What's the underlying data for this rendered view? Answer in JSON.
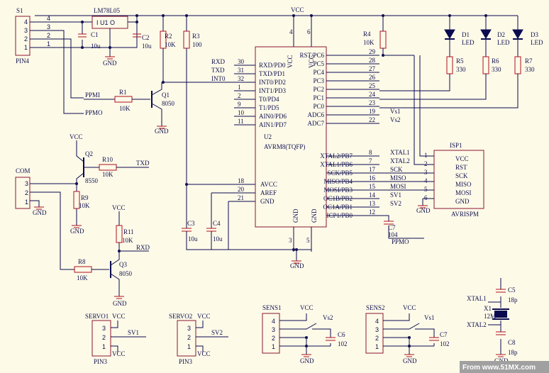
{
  "colors": {
    "background": "#fdfae8",
    "wire": "#0a0a50",
    "component": "#b01020",
    "banner": "#a0a0a0"
  },
  "connector_s1": {
    "ref": "S1",
    "name": "PIN4",
    "pins": [
      "4",
      "3",
      "2",
      "1"
    ]
  },
  "regulator": {
    "ref": "LM78L05",
    "label": "I  U1  O",
    "gnd": "GND"
  },
  "caps": {
    "c1": {
      "ref": "C1",
      "val": "10u"
    },
    "c2": {
      "ref": "C2",
      "val": "10u"
    },
    "c3": {
      "ref": "C3",
      "val": "10u"
    },
    "c4": {
      "ref": "C4",
      "val": "10u"
    },
    "c5": {
      "ref": "C5",
      "val": "18p"
    },
    "c6": {
      "ref": "C6",
      "val": "102"
    },
    "c7": {
      "ref": "C7",
      "val": "104"
    },
    "c8": {
      "ref": "C8",
      "val": "18p"
    }
  },
  "resistors": {
    "r1": {
      "ref": "R1",
      "val": "10K"
    },
    "r2": {
      "ref": "R2",
      "val": "10K"
    },
    "r3": {
      "ref": "R3",
      "val": "100"
    },
    "r4": {
      "ref": "R4",
      "val": "10K"
    },
    "r5": {
      "ref": "R5",
      "val": "330"
    },
    "r6": {
      "ref": "R6",
      "val": "330"
    },
    "r7": {
      "ref": "R7",
      "val": "330"
    },
    "r8": {
      "ref": "R8",
      "val": "10K"
    },
    "r9": {
      "ref": "R9",
      "val": "10K"
    },
    "r10": {
      "ref": "R10",
      "val": "10K"
    },
    "r11": {
      "ref": "R11",
      "val": "10K"
    }
  },
  "transistors": {
    "q1": {
      "ref": "Q1",
      "val": "8050"
    },
    "q2": {
      "ref": "Q2",
      "val": "8550"
    },
    "q3": {
      "ref": "Q3",
      "val": "8050"
    }
  },
  "leds": [
    {
      "ref": "D1",
      "val": "LED"
    },
    {
      "ref": "D2",
      "val": "LED"
    },
    {
      "ref": "D3",
      "val": "LED"
    }
  ],
  "mcu": {
    "ref": "U2",
    "name": "AVRM8(TQFP)",
    "vcc_labels": [
      "VCC",
      "VCC"
    ],
    "vcc_pins": [
      "4",
      "6"
    ],
    "gnd_labels": [
      "GND",
      "GND"
    ],
    "gnd_pins": [
      "3",
      "5"
    ],
    "left_pins": [
      {
        "num": "30",
        "name": "RXD/PD0",
        "net": "RXD"
      },
      {
        "num": "31",
        "name": "TXD/PD1",
        "net": "TXD"
      },
      {
        "num": "32",
        "name": "INT0/PD2",
        "net": "INT0"
      },
      {
        "num": "1",
        "name": "INT1/PD3",
        "net": ""
      },
      {
        "num": "2",
        "name": "T0/PD4",
        "net": ""
      },
      {
        "num": "9",
        "name": "T1/PD5",
        "net": ""
      },
      {
        "num": "10",
        "name": "AIN0/PD6",
        "net": ""
      },
      {
        "num": "11",
        "name": "AIN1/PD7",
        "net": ""
      }
    ],
    "left_power": [
      {
        "num": "18",
        "name": "AVCC"
      },
      {
        "num": "20",
        "name": "AREF"
      },
      {
        "num": "21",
        "name": "GND"
      }
    ],
    "right_top": [
      {
        "num": "29",
        "name": "RST/PC6",
        "net": ""
      },
      {
        "num": "28",
        "name": "PC5",
        "net": ""
      },
      {
        "num": "27",
        "name": "PC4",
        "net": ""
      },
      {
        "num": "26",
        "name": "PC3",
        "net": ""
      },
      {
        "num": "25",
        "name": "PC2",
        "net": ""
      },
      {
        "num": "24",
        "name": "PC1",
        "net": ""
      },
      {
        "num": "23",
        "name": "PC0",
        "net": ""
      },
      {
        "num": "19",
        "name": "ADC6",
        "net": "Vs1"
      },
      {
        "num": "22",
        "name": "ADC7",
        "net": "Vs2"
      }
    ],
    "right_bottom": [
      {
        "num": "8",
        "name": "XTAL2/PB7",
        "net": "XTAL1"
      },
      {
        "num": "7",
        "name": "XTAL1/PB6",
        "net": "XTAL2"
      },
      {
        "num": "17",
        "name": "SCK/PB5",
        "net": "SCK"
      },
      {
        "num": "16",
        "name": "MISO/PB4",
        "net": "MISO"
      },
      {
        "num": "15",
        "name": "MOSI/PB3",
        "net": "MOSI"
      },
      {
        "num": "14",
        "name": "OC1B/PB2",
        "net": "SV1"
      },
      {
        "num": "13",
        "name": "OC1A/PB1",
        "net": "SV2"
      },
      {
        "num": "12",
        "name": "ICP1/PB0",
        "net": ""
      }
    ]
  },
  "isp": {
    "ref": "ISP1",
    "name": "AVRISPM",
    "pins": [
      {
        "num": "1",
        "name": "VCC"
      },
      {
        "num": "2",
        "name": "RST"
      },
      {
        "num": "3",
        "name": "SCK"
      },
      {
        "num": "4",
        "name": "MISO"
      },
      {
        "num": "5",
        "name": "MOSI"
      },
      {
        "num": "6",
        "name": "GND"
      }
    ]
  },
  "com": {
    "ref": "COM",
    "pins": [
      "3",
      "2",
      "1"
    ]
  },
  "servo1": {
    "ref": "SERVO1",
    "name": "PIN3",
    "net": "SV1",
    "pins": [
      "3",
      "2",
      "1"
    ]
  },
  "servo2": {
    "ref": "SERVO2",
    "name": "PIN3",
    "net": "SV2",
    "pins": [
      "3",
      "2",
      "1"
    ]
  },
  "sens1": {
    "ref": "SENS1",
    "net": "Vs2",
    "pins": [
      "4",
      "3",
      "2",
      "1"
    ]
  },
  "sens2": {
    "ref": "SENS2",
    "net": "Vs1",
    "pins": [
      "4",
      "3",
      "2",
      "1"
    ]
  },
  "crystal": {
    "ref": "X1",
    "val": "12M",
    "net1": "XTAL1",
    "net2": "XTAL2"
  },
  "nets": {
    "vcc": "VCC",
    "gnd": "GND",
    "ppmi": "PPMI",
    "ppmo": "PPMO",
    "rxd": "RXD",
    "txd": "TXD",
    "int0": "INT0"
  },
  "banner": "From www.51MX.com"
}
